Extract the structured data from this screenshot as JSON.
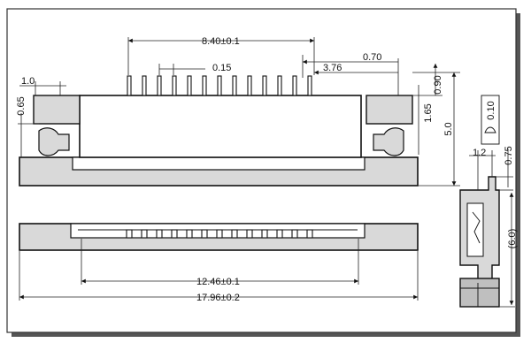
{
  "drawing": {
    "top_view": {
      "width_dim": "8.40±0.1",
      "pitch_dim": "0.15",
      "offset_070": "0.70",
      "offset_376": "3.76",
      "left_10": "1.0",
      "left_065": "0.65",
      "right_090": "0.90",
      "right_165": "1.65",
      "height_50": "5.0"
    },
    "bottom_view": {
      "inner_dim": "12.46±0.1",
      "overall_dim": "17.96±0.2"
    },
    "side_view": {
      "dim_12": "1.2",
      "dim_075": "0.75",
      "dim_60": "(6.0)",
      "detail_010": "0.10"
    }
  },
  "colors": {
    "body_fill": "#d9d9d9",
    "body_dark": "#bfbfbf",
    "frame": "#333333",
    "background": "#ffffff"
  }
}
